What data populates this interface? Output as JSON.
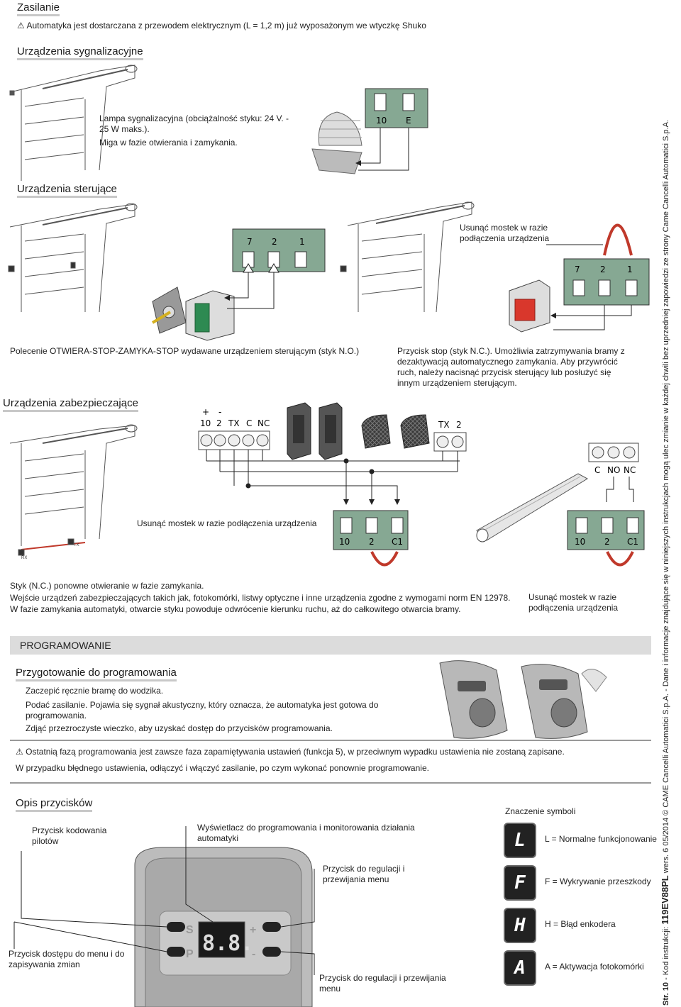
{
  "zasilanie": {
    "heading": "Zasilanie",
    "text": "Automatyka jest dostarczana z przewodem elektrycznym (L = 1,2 m) już wyposażonym we wtyczkę Shuko"
  },
  "sygnalizacyjne": {
    "heading": "Urządzenia sygnalizacyjne",
    "lamp_text": "Lampa sygnalizacyjna (obciążalność styku: 24 V. - 25 W maks.).",
    "lamp_text2": "Miga w fazie otwierania i zamykania.",
    "terminals": [
      "10",
      "E"
    ]
  },
  "sterujace": {
    "heading": "Urządzenia sterujące",
    "caption": "Polecenie OTWIERA-STOP-ZAMYKA-STOP wydawane urządzeniem sterującym (styk N.O.)",
    "terminals": [
      "7",
      "2",
      "1"
    ],
    "remove_bridge": "Usunąć mostek w razie podłączenia urządzenia",
    "stop_caption": "Przycisk stop (styk N.C.). Umożliwia zatrzymywania bramy z dezaktywacją automatycznego zamykania. Aby przywrócić ruch, należy nacisnąć przycisk sterujący lub posłużyć się innym urządzeniem sterującym.",
    "stop_terminals": [
      "7",
      "2",
      "1"
    ]
  },
  "zabezpieczajace": {
    "heading": "Urządzenia zabezpieczające",
    "photocell_terminals_sign": [
      "+",
      "-"
    ],
    "photocell_terminals": [
      "10",
      "2",
      "TX",
      "C",
      "NC"
    ],
    "rx_label": "RX",
    "tx_label": "TX",
    "tx2_terminals": [
      "TX",
      "2"
    ],
    "remove_bridge": "Usunąć mostek w razie podłączenia urządzenia",
    "block_terminals": [
      "10",
      "2",
      "C1"
    ],
    "edge_terminals": [
      "C",
      "NO",
      "NC"
    ],
    "block2_terminals": [
      "10",
      "2",
      "C1"
    ],
    "remove_bridge2": "Usunąć mostek w razie podłączenia urządzenia",
    "nc_line1": "Styk (N.C.) ponowne otwieranie w fazie zamykania.",
    "nc_line2": "Wejście urządzeń zabezpieczających takich jak, fotokomórki, listwy optyczne i inne urządzenia zgodne z wymogami norm EN 12978.",
    "nc_line3": "W fazie zamykania automatyki, otwarcie styku powoduje odwrócenie kierunku ruchu, aż do całkowitego otwarcia bramy."
  },
  "programowanie": {
    "bar": "PROGRAMOWANIE",
    "prep_heading": "Przygotowanie do programowania",
    "steps": [
      "Zaczepić ręcznie bramę do wodzika.",
      "Podać zasilanie. Pojawia się sygnał akustyczny, który oznacza, że automatyka jest gotowa do programowania.",
      "Zdjąć przezroczyste wieczko, aby uzyskać dostęp do przycisków programowania."
    ],
    "warn1": "Ostatnią fazą programowania jest zawsze faza zapamiętywania ustawień (funkcja 5), w przeciwnym wypadku ustawienia nie zostaną zapisane.",
    "warn2": "W przypadku błędnego ustawienia, odłączyć i włączyć zasilanie, po czym wykonać ponownie programowanie."
  },
  "opis": {
    "heading": "Opis przycisków",
    "coding": "Przycisk kodowania pilotów",
    "menu_access": "Przycisk dostępu do menu i do zapisywania zmian",
    "display": "Wyświetlacz do programowania i monitorowania działania automatyki",
    "adjust1": "Przycisk do regulacji i przewijania menu",
    "adjust2": "Przycisk do regulacji i przewijania menu",
    "panel_s": "S",
    "panel_p": "P",
    "panel_plus": "+",
    "panel_minus": "-",
    "display_value": "8.8."
  },
  "symbole": {
    "heading": "Znaczenie symboli",
    "items": [
      {
        "glyph": "L",
        "text": "L = Normalne funkcjonowanie"
      },
      {
        "glyph": "F",
        "text": "F = Wykrywanie przeszkody"
      },
      {
        "glyph": "H",
        "text": "H = Błąd enkodera"
      },
      {
        "glyph": "A",
        "text": "A = Aktywacja fotokomórki"
      }
    ]
  },
  "side": {
    "page": "Str. 10",
    "code_label": "- Kod instrukcji:",
    "code": "119EV88PL",
    "ver": "wers. 6",
    "date": "05/2014",
    "copyright": "© CAME Cancelli Automatici S.p.A. - Dane i informacje znajdujące się w niniejszych instrukcjach mogą ulec zmianie w każdej chwili bez uprzedniej zapowiedzi ze strony Came Cancelli Automatici S.p.A."
  },
  "colors": {
    "terminal_green": "#86a893",
    "bridge_red": "#c0392b",
    "stop_red": "#d9372c"
  }
}
